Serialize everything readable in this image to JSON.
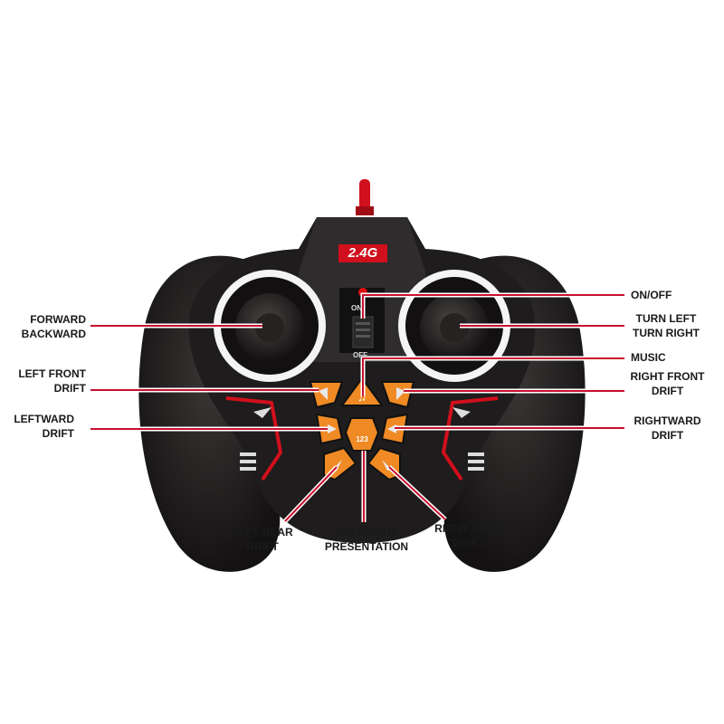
{
  "badge": "2.4G",
  "switch": {
    "on": "ON",
    "off": "OFF"
  },
  "button_center": "123",
  "labels": {
    "forward_backward": [
      "FORWARD",
      "BACKWARD"
    ],
    "left_front_drift": [
      "LEFT FRONT",
      "DRIFT"
    ],
    "leftward_drift": [
      "LEFTWARD",
      "DRIFT"
    ],
    "on_off": [
      "ON/OFF"
    ],
    "turn": [
      "TURN LEFT",
      "TURN RIGHT"
    ],
    "music": [
      "MUSIC"
    ],
    "right_front_drift": [
      "RIGHT FRONT",
      "DRIFT"
    ],
    "rightward_drift": [
      "RIGHTWARD",
      "DRIFT"
    ],
    "left_rear_drift": [
      "LEFT REAR",
      "DRIFT"
    ],
    "automatic_presentation": [
      "AUTOMATIC",
      "PRESENTATION"
    ],
    "right_rear_drift": [
      "RIGHT REAR",
      "DRIFT"
    ]
  },
  "colors": {
    "body": "#1e1c1c",
    "button": "#f08a24",
    "accent": "#d0101c",
    "line": "#c8102e"
  }
}
